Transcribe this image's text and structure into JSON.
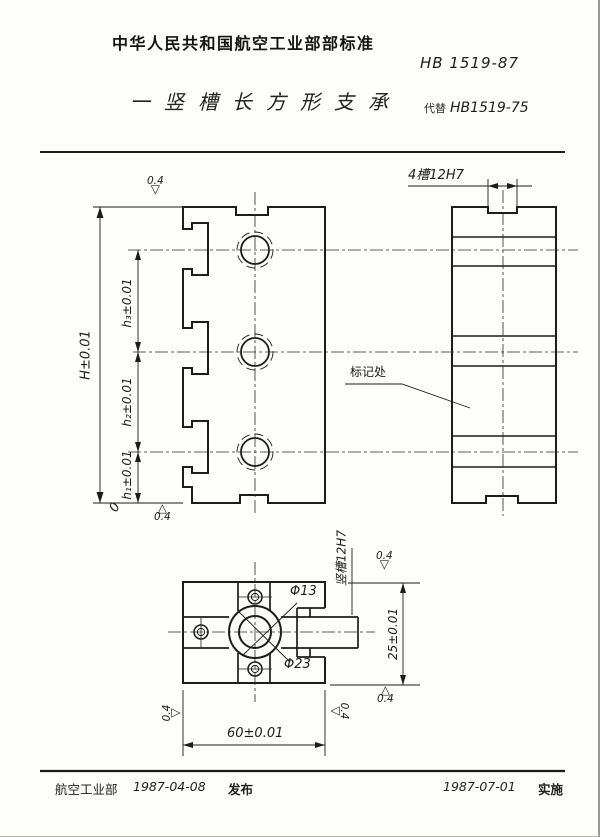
{
  "header": {
    "org": "中华人民共和国航空工业部部标准",
    "code": "HB 1519-87",
    "title": "一竖槽长方形支承",
    "replaces_label": "代替",
    "replaces_code": "HB1519-75"
  },
  "front_view": {
    "finish_top": "0.4",
    "dim_overall": "H±0.01",
    "dim_h3": "h₃±0.01",
    "dim_h2": "h₂±0.01",
    "dim_h1": "h₁±0.01",
    "datum_zero": "0",
    "finish_bottom": "0.4"
  },
  "side_view": {
    "slot_label": "4槽12H7",
    "mark_note": "标记处"
  },
  "bottom_view": {
    "slot_label": "竖槽12H7",
    "dia_inner": "Φ13",
    "dia_outer": "Φ23",
    "dim_height": "25±0.01",
    "dim_width": "60±0.01",
    "finish_top": "0.4",
    "finish_bottom": "0.4",
    "finish_left": "0.4",
    "finish_right": "0.4"
  },
  "footer": {
    "issuer": "航空工业部",
    "issue_date": "1987-04-08",
    "issue_action": "发布",
    "impl_date": "1987-07-01",
    "impl_action": "实施"
  }
}
